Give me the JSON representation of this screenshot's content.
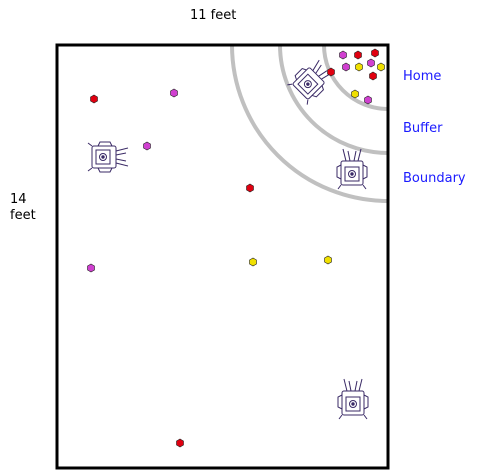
{
  "dimensions": {
    "width_label": "11 feet",
    "height_label_line1": "14",
    "height_label_line2": "feet"
  },
  "zones": [
    {
      "id": "home",
      "label": "Home"
    },
    {
      "id": "buffer",
      "label": "Buffer"
    },
    {
      "id": "boundary",
      "label": "Boundary"
    }
  ],
  "colors": {
    "zone_label": "#1a1aff",
    "arc": "#c0c0c0",
    "wall": "#000000",
    "robot": "#3a2a66",
    "token_red": "#e00010",
    "token_magenta": "#d040d0",
    "token_yellow": "#f0e000"
  },
  "robots": [
    {
      "name": "robot-left",
      "heading": "east"
    },
    {
      "name": "robot-home",
      "heading": "north-east"
    },
    {
      "name": "robot-buffer",
      "heading": "north"
    },
    {
      "name": "robot-bottom",
      "heading": "north"
    }
  ],
  "tokens": [
    {
      "color": "red"
    },
    {
      "color": "magenta"
    },
    {
      "color": "magenta"
    },
    {
      "color": "red"
    },
    {
      "color": "magenta"
    },
    {
      "color": "yellow"
    },
    {
      "color": "yellow"
    },
    {
      "color": "red"
    },
    {
      "color": "magenta"
    },
    {
      "color": "red"
    },
    {
      "color": "red"
    },
    {
      "color": "magenta"
    },
    {
      "color": "yellow"
    },
    {
      "color": "magenta"
    },
    {
      "color": "yellow"
    },
    {
      "color": "red"
    },
    {
      "color": "yellow"
    },
    {
      "color": "red"
    },
    {
      "color": "magenta"
    }
  ]
}
